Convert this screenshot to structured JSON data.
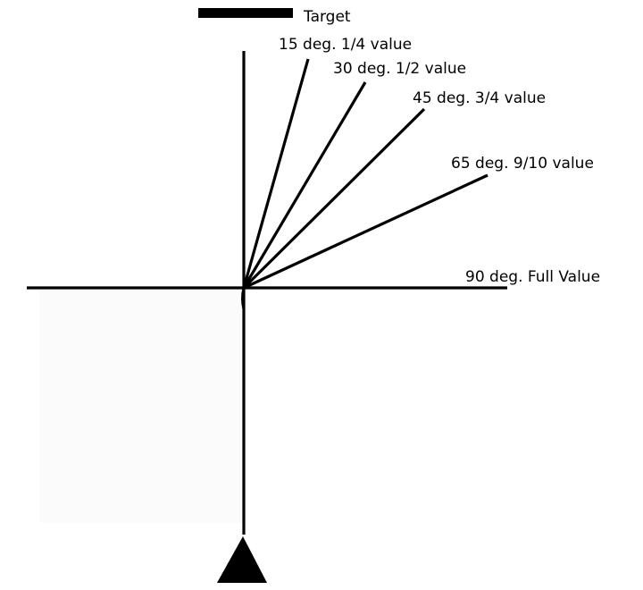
{
  "target": {
    "label": "Target"
  },
  "angles": [
    {
      "degrees": 15,
      "label": "15 deg. 1/4 value"
    },
    {
      "degrees": 30,
      "label": "30 deg. 1/2 value"
    },
    {
      "degrees": 45,
      "label": "45 deg. 3/4 value"
    },
    {
      "degrees": 65,
      "label": "65 deg. 9/10 value"
    },
    {
      "degrees": 90,
      "label": "90 deg. Full Value"
    }
  ],
  "colors": {
    "line": "#000000",
    "background": "#ffffff"
  },
  "icons": {
    "observer": "triangle-icon",
    "target": "target-bar-icon"
  }
}
